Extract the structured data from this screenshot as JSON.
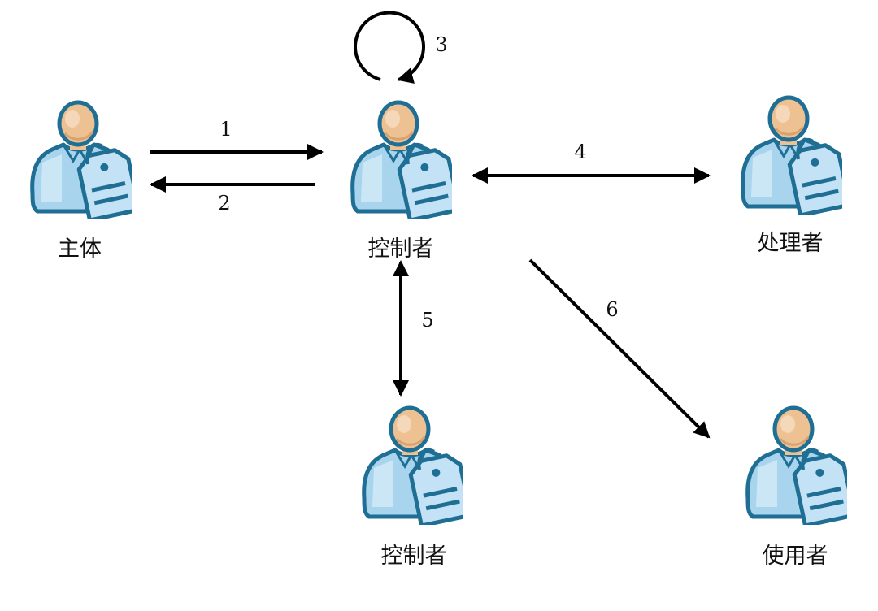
{
  "nodes": [
    {
      "id": "subject",
      "label": "主体"
    },
    {
      "id": "controller",
      "label": "控制者"
    },
    {
      "id": "processor",
      "label": "处理者"
    },
    {
      "id": "controller2",
      "label": "控制者"
    },
    {
      "id": "user",
      "label": "使用者"
    }
  ],
  "edges": [
    {
      "id": "e1",
      "label": "1",
      "from": "subject",
      "to": "controller",
      "direction": "forward"
    },
    {
      "id": "e2",
      "label": "2",
      "from": "controller",
      "to": "subject",
      "direction": "forward"
    },
    {
      "id": "e3",
      "label": "3",
      "from": "controller",
      "to": "controller",
      "direction": "self-loop"
    },
    {
      "id": "e4",
      "label": "4",
      "from": "controller",
      "to": "processor",
      "direction": "both"
    },
    {
      "id": "e5",
      "label": "5",
      "from": "controller",
      "to": "controller2",
      "direction": "both"
    },
    {
      "id": "e6",
      "label": "6",
      "from": "controller",
      "to": "user",
      "direction": "forward"
    }
  ],
  "icon": {
    "name": "person-with-tag-icon"
  },
  "colors": {
    "outline": "#1f6e93",
    "shirt": "#a9d4ee",
    "shirt_light": "#d3ebf8",
    "tag": "#c3e2f5",
    "skin": "#eec193",
    "skin_shade": "#d9a070",
    "edge": "#000000"
  }
}
